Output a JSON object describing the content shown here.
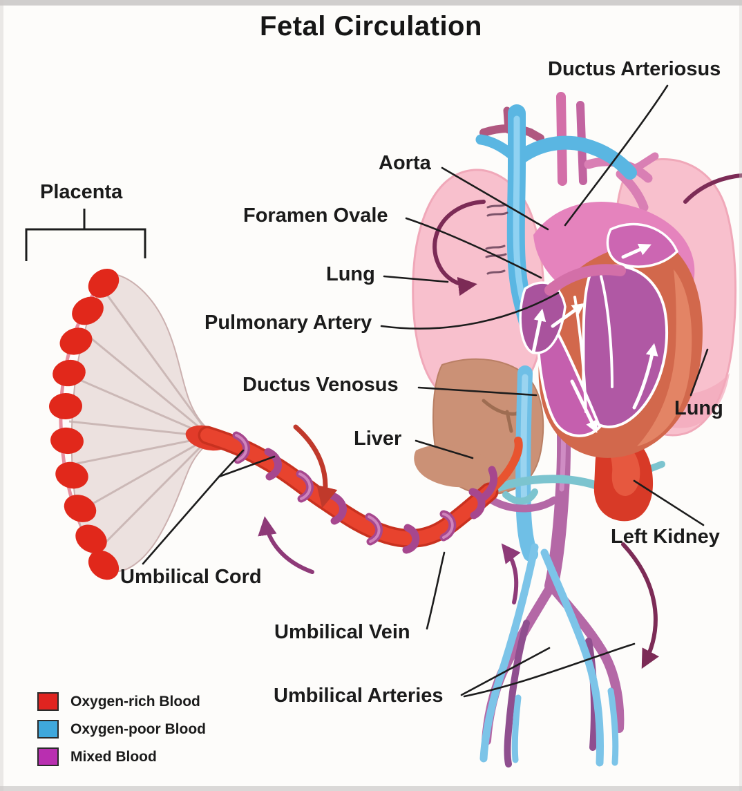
{
  "title": "Fetal Circulation",
  "labels": {
    "placenta": "Placenta",
    "ductus_arteriosus": "Ductus Arteriosus",
    "aorta": "Aorta",
    "foramen_ovale": "Foramen Ovale",
    "lung_left": "Lung",
    "pulmonary_artery": "Pulmonary Artery",
    "ductus_venosus": "Ductus Venosus",
    "liver": "Liver",
    "lung_right": "Lung",
    "left_kidney": "Left Kidney",
    "umbilical_cord": "Umbilical Cord",
    "umbilical_vein": "Umbilical Vein",
    "umbilical_arteries": "Umbilical Arteries"
  },
  "legend": {
    "items": [
      {
        "label": "Oxygen-rich Blood",
        "color": "#e02420"
      },
      {
        "label": "Oxygen-poor Blood",
        "color": "#3fa8dc"
      },
      {
        "label": "Mixed Blood",
        "color": "#b92fb0"
      }
    ]
  },
  "colors": {
    "oxygen_rich": "#e02420",
    "oxygen_poor": "#3fa8dc",
    "mixed": "#b92fb0",
    "lung_pink": "#f8c0cd",
    "heart_wall_orange": "#d2684c",
    "heart_chamber_magenta": "#c55fae",
    "liver_tan": "#cb9176",
    "kidney_red": "#d83a27",
    "flow_arrow_maroon": "#7c2b56",
    "label_text": "#1b1b1b"
  }
}
